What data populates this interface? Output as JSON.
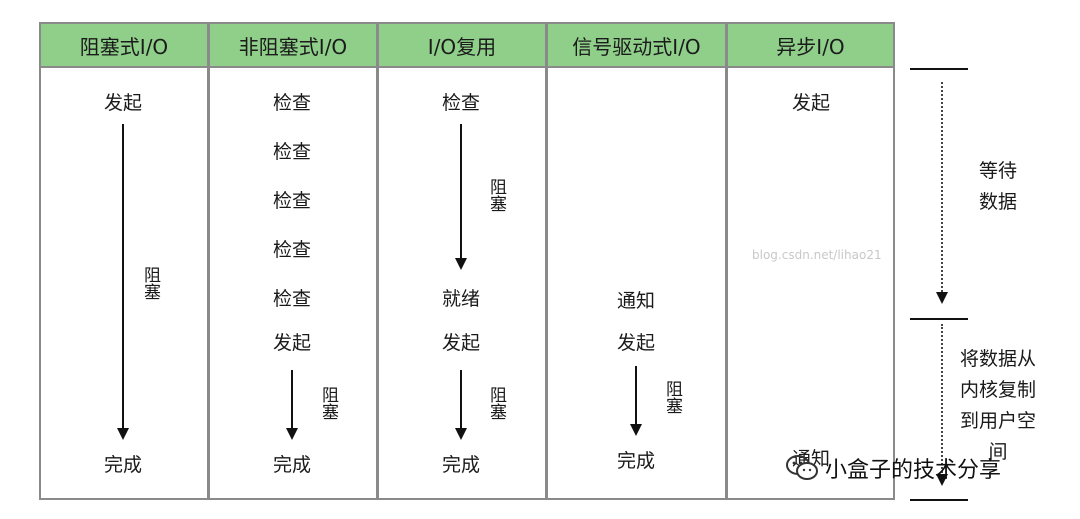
{
  "columns": [
    {
      "header": "阻塞式I/O",
      "steps": {
        "start": "发起",
        "blocked": "阻塞",
        "end": "完成"
      }
    },
    {
      "header": "非阻塞式I/O",
      "steps": {
        "check1": "检查",
        "check2": "检查",
        "check3": "检查",
        "check4": "检查",
        "check5": "检查",
        "start": "发起",
        "blocked": "阻塞",
        "end": "完成"
      }
    },
    {
      "header": "I/O复用",
      "steps": {
        "check": "检查",
        "blocked1": "阻塞",
        "ready": "就绪",
        "start": "发起",
        "blocked2": "阻塞",
        "end": "完成"
      }
    },
    {
      "header": "信号驱动式I/O",
      "steps": {
        "notify": "通知",
        "start": "发起",
        "blocked": "阻塞",
        "end": "完成"
      }
    },
    {
      "header": "异步I/O",
      "steps": {
        "start": "发起",
        "notify": "通知"
      }
    }
  ],
  "phases": {
    "wait_line1": "等待",
    "wait_line2": "数据",
    "copy_line1": "将数据从",
    "copy_line2": "内核复制",
    "copy_line3": "到用户空",
    "copy_line4": "间"
  },
  "watermark": "blog.csdn.net/lihao21",
  "wechat_label": "小盒子的技术分享",
  "colors": {
    "header_bg": "#8fcf8a",
    "border": "#8a8a8a"
  }
}
